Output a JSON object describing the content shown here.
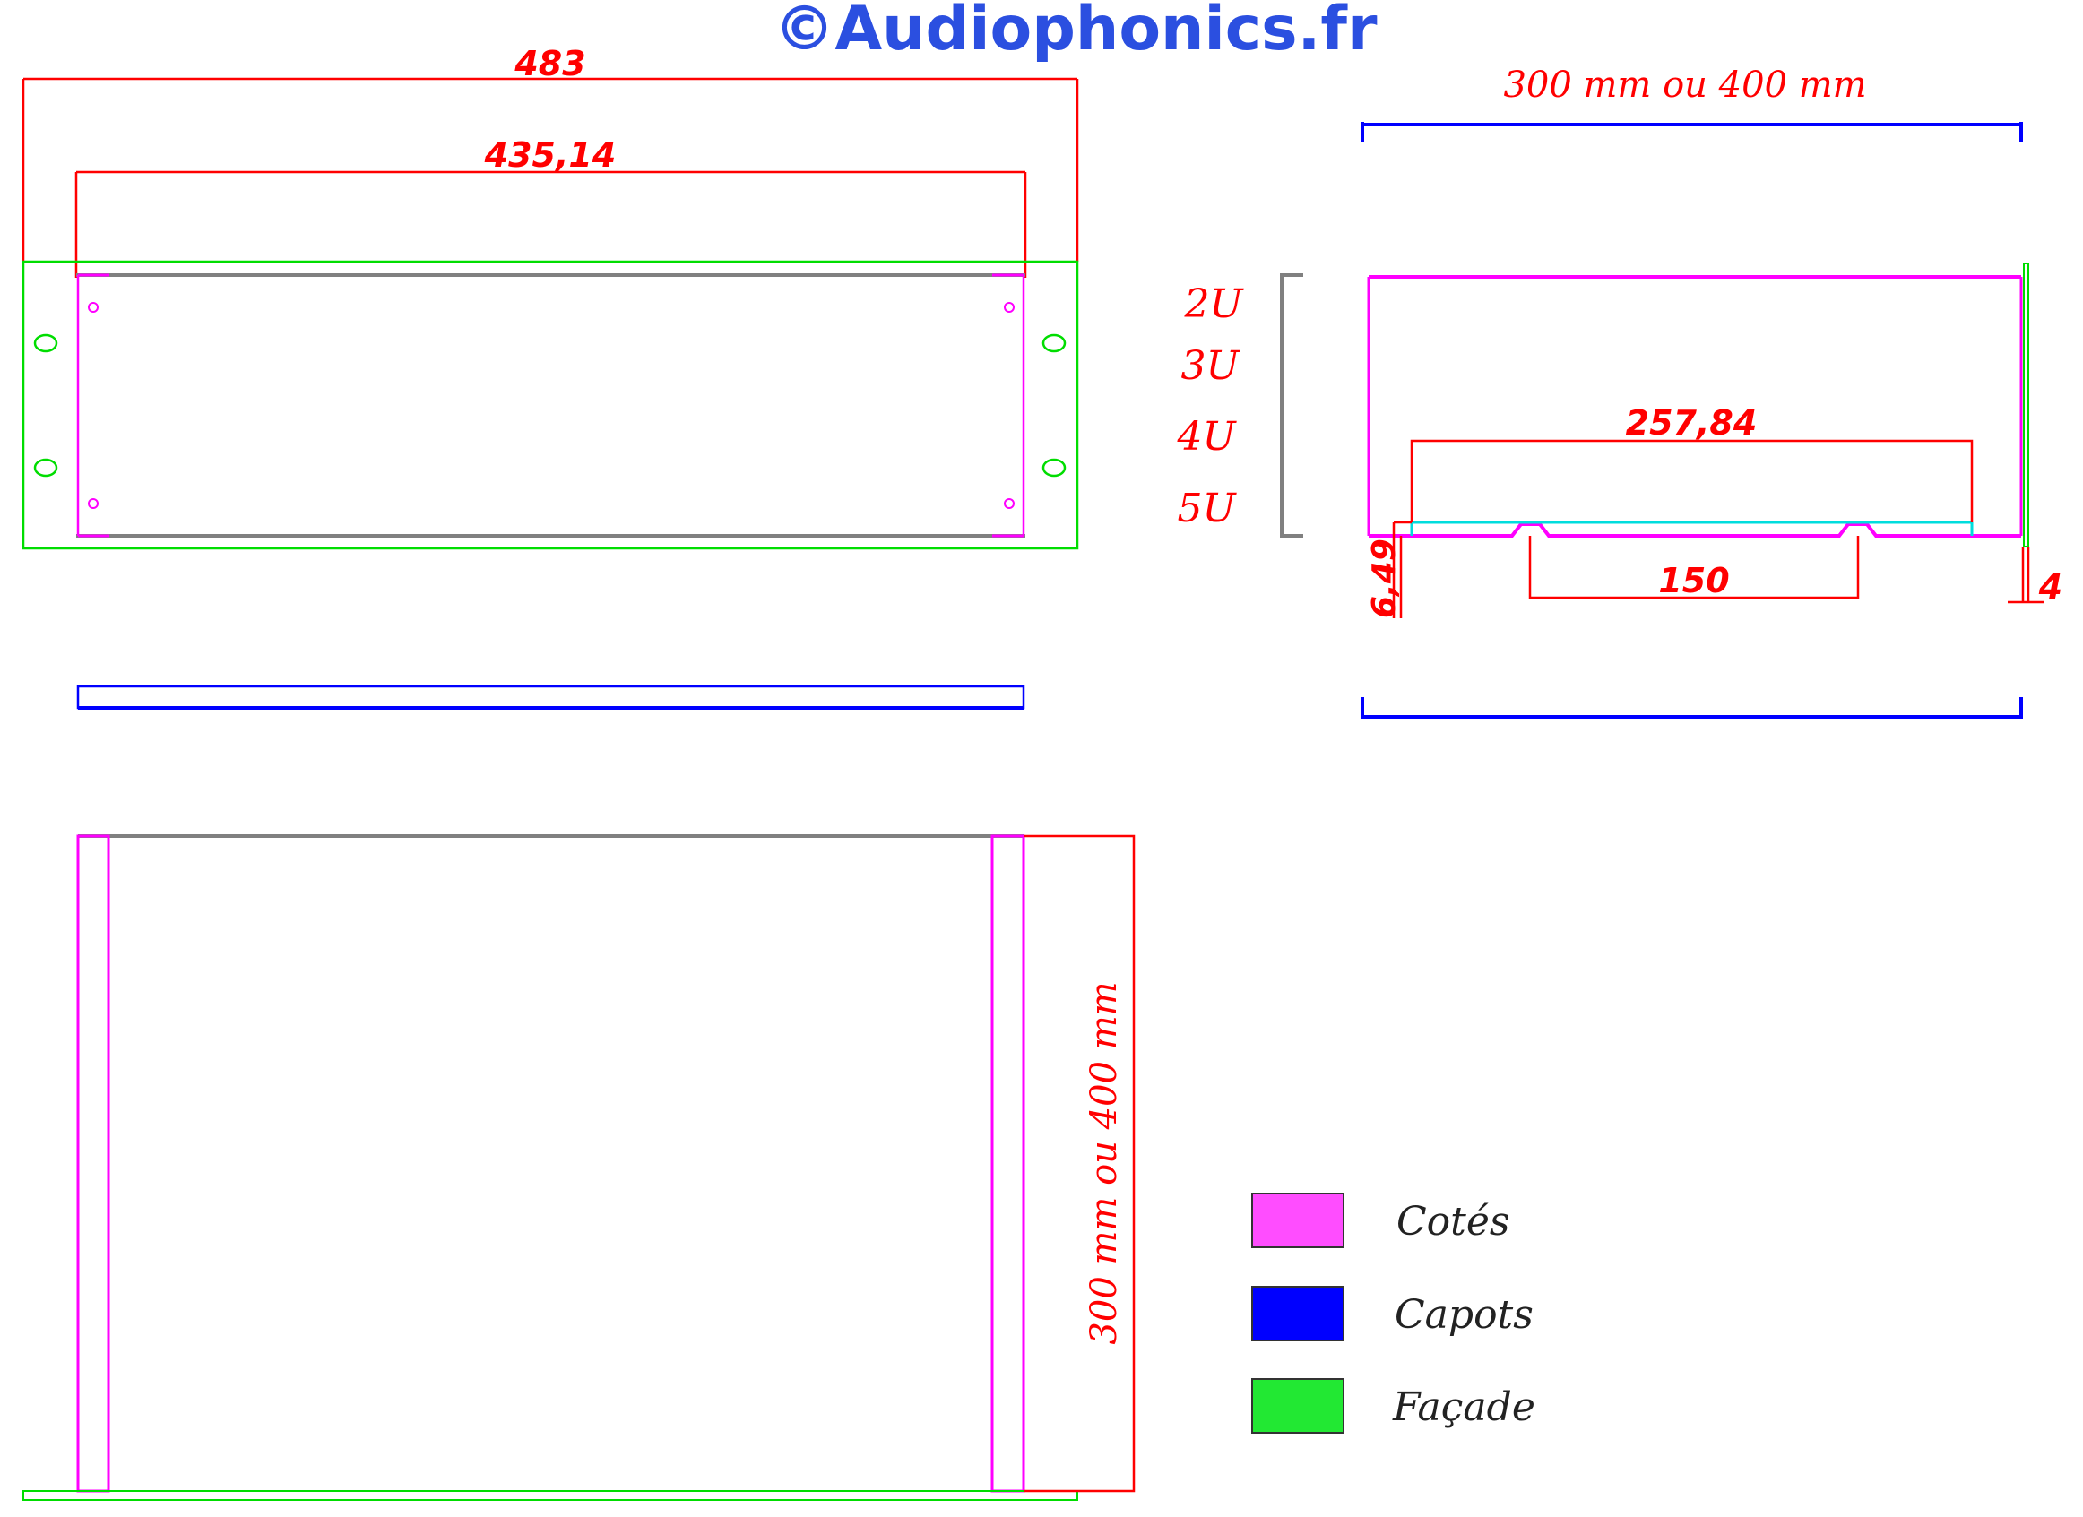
{
  "watermark": "©Audiophonics.fr",
  "colors": {
    "sides": "#ff00ff",
    "sides_fill": "#ff4dff",
    "covers": "#0000ff",
    "front": "#00dd00",
    "front_fill": "#22e833",
    "dimension": "#ff0000",
    "frame": "#808080",
    "rail": "#00dddd",
    "watermark": "#2b4fe0"
  },
  "front_view": {
    "overall_width": "483",
    "inner_width": "435,14"
  },
  "side_view": {
    "depth": "300 mm  ou  400 mm",
    "heights": [
      "2U",
      "3U",
      "4U",
      "5U"
    ],
    "rail_length": "257,84",
    "slot_spacing": "150",
    "rail_offset": "6,49",
    "front_thickness": "4"
  },
  "top_view": {
    "depth": "300 mm   ou    400 mm"
  },
  "legend": [
    {
      "label": "Cotés",
      "color": "#ff4dff"
    },
    {
      "label": "Capots",
      "color": "#0000ff"
    },
    {
      "label": "Façade",
      "color": "#22e833"
    }
  ]
}
